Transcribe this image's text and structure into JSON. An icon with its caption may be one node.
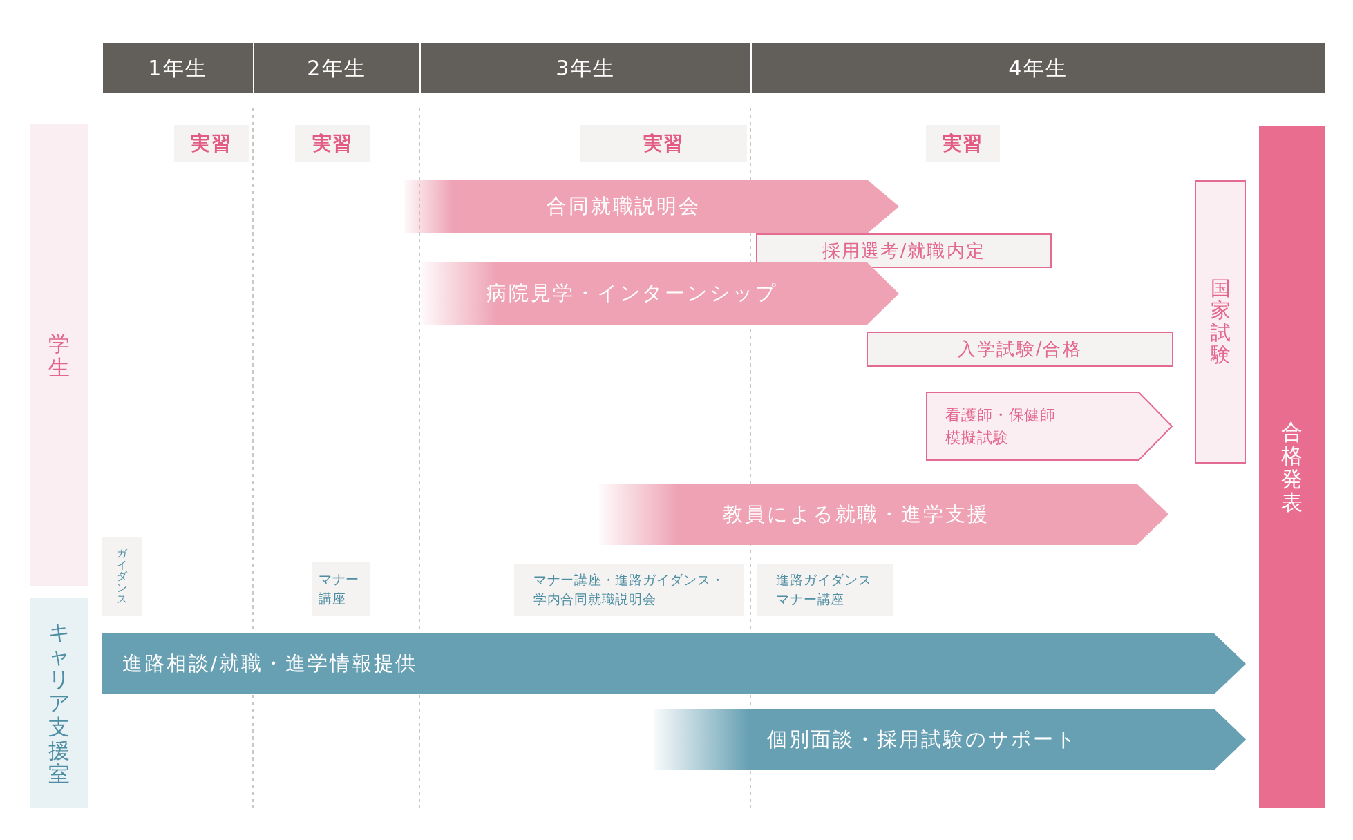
{
  "diagram": {
    "nodes": [
      {
        "text": [
          "1年生"
        ]
      },
      {
        "text": [
          "2年生"
        ]
      },
      {
        "text": [
          "3年生"
        ]
      },
      {
        "text": [
          "4年生"
        ]
      },
      {
        "text": [
          "学生"
        ]
      },
      {
        "text": [
          "実習"
        ]
      },
      {
        "text": [
          "実習"
        ]
      },
      {
        "text": [
          "実習"
        ]
      },
      {
        "text": [
          "実習"
        ]
      },
      {
        "text": [
          "合同就職説明会"
        ]
      },
      {
        "text": [
          "採用選考/就職内定"
        ]
      },
      {
        "text": [
          "病院見学・インターンシップ"
        ]
      },
      {
        "text": [
          "国家試験"
        ]
      },
      {
        "text": [
          "合格発表"
        ]
      },
      {
        "text": [
          "入学試験/合格"
        ]
      },
      {
        "text": [
          "看護師・保健師模擬試験"
        ]
      },
      {
        "text": [
          "教員による就職・進学支援"
        ]
      },
      {
        "text": [
          "ガイダンス"
        ]
      },
      {
        "text": [
          "マナー講座"
        ]
      },
      {
        "text": [
          "マナー講座・進路ガイダンス・学内合同就職説明会"
        ]
      },
      {
        "text": [
          "進路ガイダンスマナー講座"
        ]
      },
      {
        "text": [
          "キャリア支援室"
        ]
      },
      {
        "text": [
          "進路相談/就職・進学情報提供"
        ]
      },
      {
        "text": [
          "個別面談・採用試験のサポート"
        ]
      }
    ]
  }
}
